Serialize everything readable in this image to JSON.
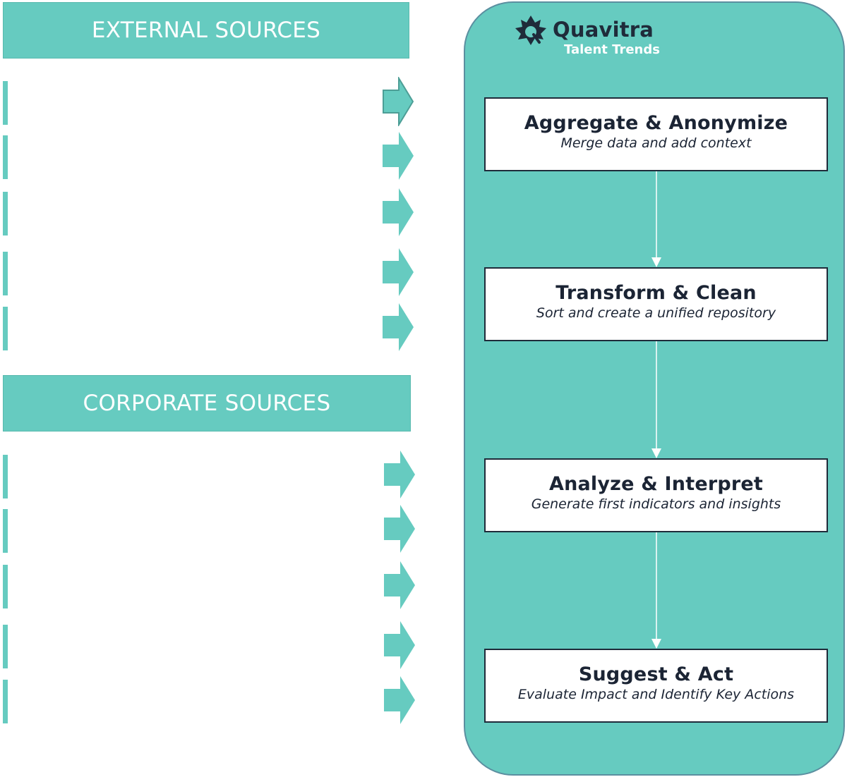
{
  "sections": {
    "external": {
      "title": "EXTERNAL SOURCES"
    },
    "corporate": {
      "title": "CORPORATE SOURCES"
    }
  },
  "brand": {
    "name": "Quavitra",
    "tagline": "Talent Trends"
  },
  "steps": [
    {
      "title": "Aggregate & Anonymize",
      "subtitle": "Merge data and add context"
    },
    {
      "title": "Transform & Clean",
      "subtitle": "Sort and create a unified repository"
    },
    {
      "title": "Analyze & Interpret",
      "subtitle": "Generate first indicators and insights"
    },
    {
      "title": "Suggest & Act",
      "subtitle": "Evaluate Impact and Identify Key Actions"
    }
  ],
  "colors": {
    "teal": "#66cbc0",
    "navy": "#1f2b3a",
    "white": "#ffffff",
    "panel_border": "#5b8fa0"
  },
  "icons": {
    "brand_logo": "maple-leaf-q-icon",
    "source_arrow": "right-arrow-icon",
    "flow_arrow": "down-arrow-icon"
  }
}
